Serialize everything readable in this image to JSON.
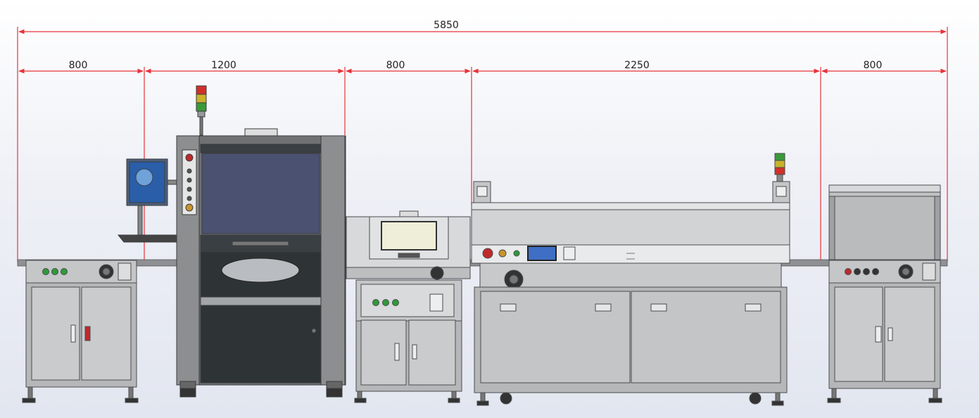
{
  "dimensions": {
    "overall": "5850",
    "sections": [
      "800",
      "1200",
      "800",
      "2250",
      "800"
    ]
  },
  "colors": {
    "dimension_line": "#e8333a",
    "frame_grey": "#a9aaac",
    "frame_dark": "#5c5e60",
    "panel_light": "#cfd1d3",
    "window_blue": "#4b5170",
    "machine_dark": "#2e3436",
    "screen_yellow": "#efeed9",
    "lcd_blue": "#3e6fc4",
    "button_green": "#2f9a3a",
    "button_red": "#c0292b",
    "signal_red": "#d1302a",
    "signal_yellow": "#c9b22a",
    "signal_green": "#3a9a3a"
  }
}
